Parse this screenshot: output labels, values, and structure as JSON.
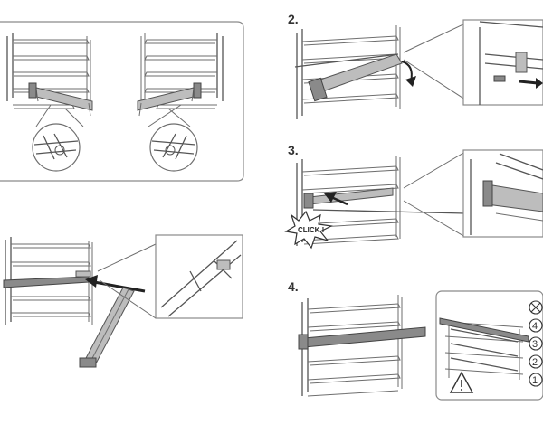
{
  "steps": {
    "step2": "2.",
    "step3": "3.",
    "step4": "4."
  },
  "callouts": {
    "click": "CLICK !"
  },
  "shelf_levels": [
    "1",
    "2",
    "3",
    "4"
  ],
  "icons": {
    "warning": "warning-triangle-icon",
    "no_level": "crossed-level-icon"
  }
}
